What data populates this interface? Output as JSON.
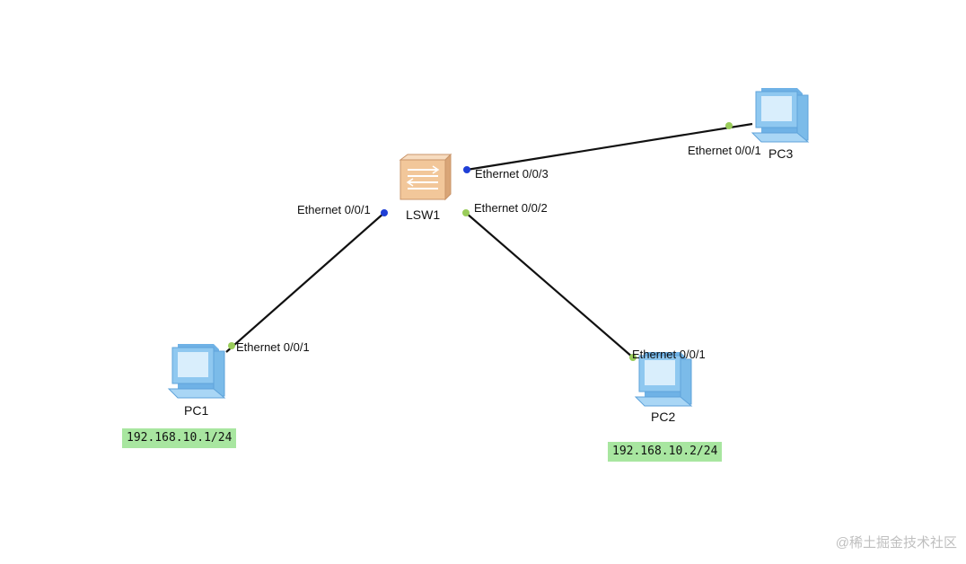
{
  "nodes": {
    "switch": {
      "label": "LSW1"
    },
    "pc1": {
      "label": "PC1",
      "ip": "192.168.10.1/24"
    },
    "pc2": {
      "label": "PC2",
      "ip": "192.168.10.2/24"
    },
    "pc3": {
      "label": "PC3"
    }
  },
  "ports": {
    "lsw1_e001": "Ethernet 0/0/1",
    "lsw1_e002": "Ethernet 0/0/2",
    "lsw1_e003": "Ethernet 0/0/3",
    "pc1_e001": "Ethernet 0/0/1",
    "pc2_e001": "Ethernet 0/0/1",
    "pc3_e001": "Ethernet 0/0/1"
  },
  "colors": {
    "link": "#111111",
    "port_up_blue": "#1f3fd6",
    "port_up_green": "#9acd5a",
    "ip_badge": "#a8e6a0",
    "switch_body": "#f2c79a",
    "pc_body": "#8fc8f0"
  },
  "watermark": "@稀土掘金技术社区"
}
